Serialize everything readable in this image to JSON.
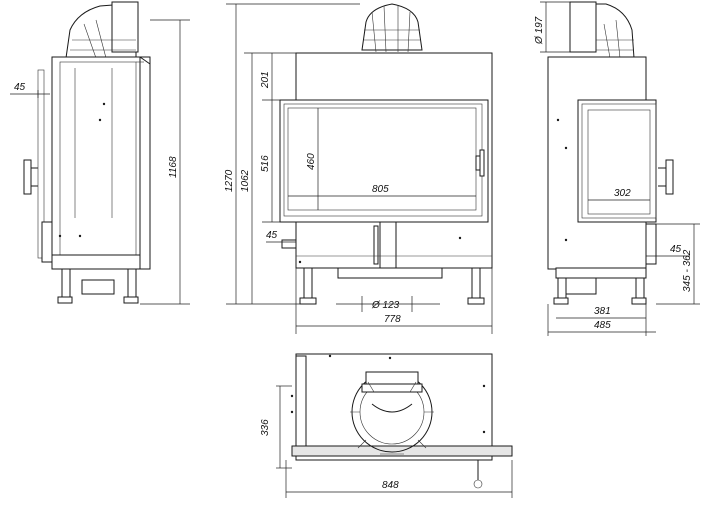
{
  "dimensions": {
    "side_left_offset": "45",
    "side_left_height": "1168",
    "front_total_height": "1270",
    "front_inner_height": "1062",
    "front_top_gap": "201",
    "front_door_height": "516",
    "front_glass_height": "460",
    "front_glass_width": "805",
    "front_bottom_offset": "45",
    "front_flue_diameter": "Ø 123",
    "front_width": "778",
    "right_flue_diameter": "Ø 197",
    "right_glass_width": "302",
    "right_offset": "45",
    "right_height_range": "345 - 362",
    "right_depth_inner": "381",
    "right_depth_total": "485",
    "plan_depth": "336",
    "plan_width": "848"
  }
}
